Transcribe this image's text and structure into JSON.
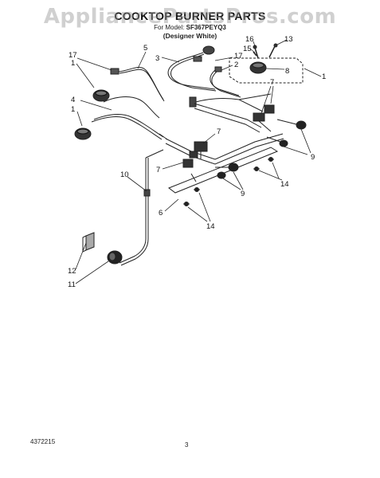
{
  "watermark": "AppliancePartsPros.com",
  "title": "COOKTOP BURNER PARTS",
  "model_label": "For Model:",
  "model_number": "SF367PEYQ3",
  "variant": "(Designer White)",
  "callouts": [
    {
      "id": "c17a",
      "text": "17"
    },
    {
      "id": "c1a",
      "text": "1"
    },
    {
      "id": "c5",
      "text": "5"
    },
    {
      "id": "c3",
      "text": "3"
    },
    {
      "id": "c17b",
      "text": "17"
    },
    {
      "id": "c2",
      "text": "2"
    },
    {
      "id": "c16",
      "text": "16"
    },
    {
      "id": "c15",
      "text": "15"
    },
    {
      "id": "c13",
      "text": "13"
    },
    {
      "id": "c8",
      "text": "8"
    },
    {
      "id": "c1c",
      "text": "1"
    },
    {
      "id": "c4",
      "text": "4"
    },
    {
      "id": "c1b",
      "text": "1"
    },
    {
      "id": "c7a",
      "text": "7"
    },
    {
      "id": "c7b",
      "text": "7"
    },
    {
      "id": "c7c",
      "text": "7"
    },
    {
      "id": "c9a",
      "text": "9"
    },
    {
      "id": "c9b",
      "text": "9"
    },
    {
      "id": "c14a",
      "text": "14"
    },
    {
      "id": "c14b",
      "text": "14"
    },
    {
      "id": "c10",
      "text": "10"
    },
    {
      "id": "c6",
      "text": "6"
    },
    {
      "id": "c12",
      "text": "12"
    },
    {
      "id": "c11",
      "text": "11"
    }
  ],
  "footer_code": "4372215",
  "page_number": "3"
}
